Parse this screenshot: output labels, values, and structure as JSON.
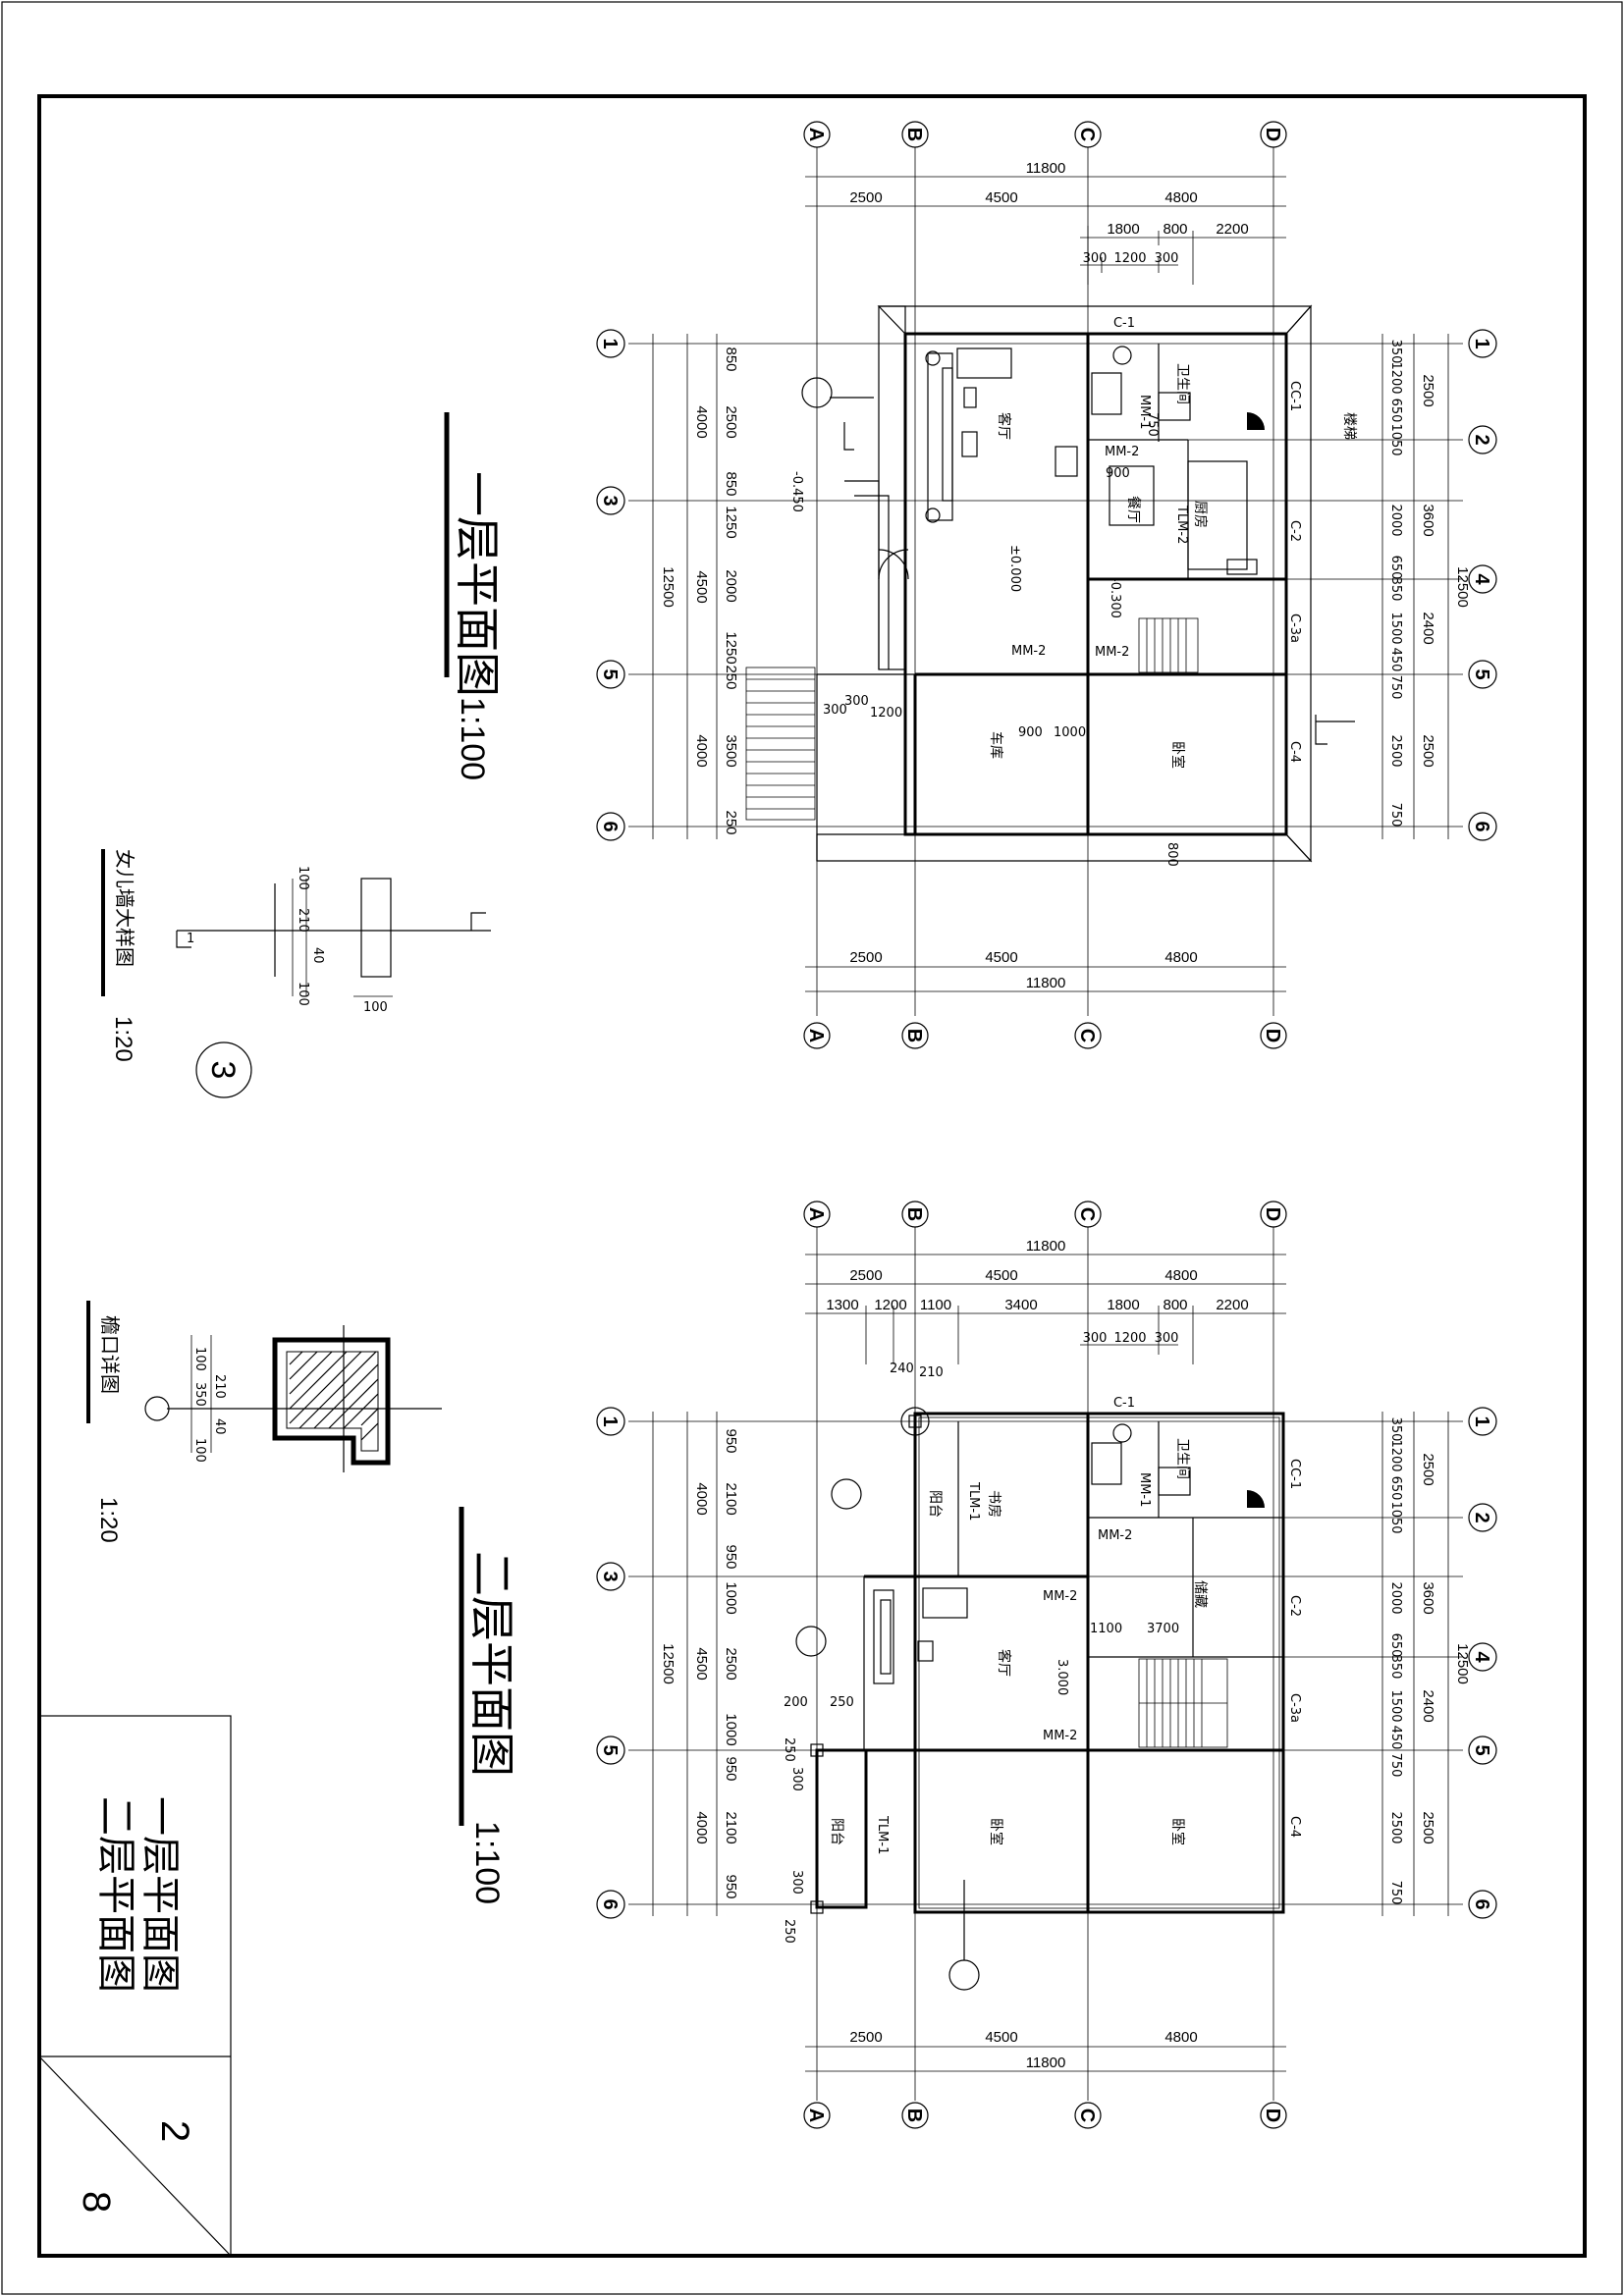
{
  "plan1": {
    "title": "一层平面图",
    "scale": "1:100",
    "col_axes": [
      "A",
      "B",
      "C",
      "D"
    ],
    "row_axes": [
      "1",
      "3",
      "5",
      "6"
    ],
    "extra_axes": [
      "2",
      "4"
    ],
    "overall_width": "11800",
    "overall_depth": "12500",
    "col_spans": [
      "2500",
      "4500",
      "4800"
    ],
    "top_sub": [
      "1800",
      "800",
      "2200"
    ],
    "top_sub2": [
      "300",
      "1200",
      "300"
    ],
    "left_outer": [
      "4000",
      "4500",
      "4000"
    ],
    "left_inner": [
      "850",
      "2500",
      "850",
      "1250",
      "2000",
      "1250",
      "250",
      "3500",
      "250"
    ],
    "right_outer": [
      "2500",
      "3600",
      "2400",
      "2500"
    ],
    "right_inner": [
      "350",
      "1200",
      "650",
      "1050",
      "2000",
      "650",
      "350",
      "1500",
      "450",
      "750",
      "2500",
      "750"
    ],
    "misc_dims": [
      "300",
      "300",
      "1200",
      "900",
      "1000",
      "800",
      "900",
      "750"
    ],
    "elevations": [
      "-0.450",
      "±0.000",
      "-0.300"
    ],
    "labels": [
      "C-1",
      "C-2",
      "C-3a",
      "C-4",
      "CC-1",
      "MM-1",
      "MM-2",
      "MM-2",
      "MM-2",
      "TLM-2"
    ],
    "rooms": [
      "客厅",
      "餐厅",
      "厨房",
      "卫生间",
      "车库",
      "卧室",
      "楼梯"
    ]
  },
  "plan2": {
    "title": "二层平面图",
    "scale": "1:100",
    "col_axes": [
      "A",
      "B",
      "C",
      "D"
    ],
    "row_axes": [
      "1",
      "3",
      "5",
      "6"
    ],
    "extra_axes": [
      "2",
      "4"
    ],
    "overall_width": "11800",
    "overall_depth": "12500",
    "col_spans": [
      "2500",
      "4500",
      "4800"
    ],
    "top_sub": [
      "1300",
      "1200",
      "1100",
      "3400",
      "1800",
      "800",
      "2200"
    ],
    "top_sub2": [
      "300",
      "1200",
      "300"
    ],
    "left_outer": [
      "4000",
      "4500",
      "4000"
    ],
    "left_inner": [
      "950",
      "2100",
      "950",
      "1000",
      "2500",
      "1000",
      "950",
      "2100",
      "950"
    ],
    "right_outer": [
      "2500",
      "3600",
      "2400",
      "2500"
    ],
    "right_inner": [
      "350",
      "1200",
      "650",
      "1050",
      "2000",
      "650",
      "350",
      "1500",
      "450",
      "750",
      "2500",
      "750"
    ],
    "misc_dims": [
      "240",
      "210",
      "200",
      "250",
      "250",
      "300",
      "300",
      "250",
      "1100",
      "3700"
    ],
    "elevations": [
      "3.000"
    ],
    "labels": [
      "C-1",
      "C-2",
      "C-3a",
      "C-4",
      "CC-1",
      "MM-1",
      "MM-2",
      "MM-2",
      "MM-2",
      "TLM-1",
      "TLM-1"
    ],
    "rooms": [
      "书房",
      "阳台",
      "卫生间",
      "客厅",
      "储藏",
      "卧室",
      "阳台",
      "卧室"
    ]
  },
  "detail1": {
    "title": "女儿墙大样图",
    "scale": "1:20",
    "number": "3",
    "dims": [
      "100",
      "210",
      "40",
      "100",
      "100"
    ],
    "section": "1"
  },
  "detail2": {
    "title": "檐口详图",
    "scale": "1:20",
    "dims": [
      "100",
      "350",
      "210",
      "40",
      "100"
    ]
  },
  "title_block": {
    "line1": "一层平面图",
    "line2": "二层平面图",
    "sheet": "2",
    "total": "8"
  }
}
